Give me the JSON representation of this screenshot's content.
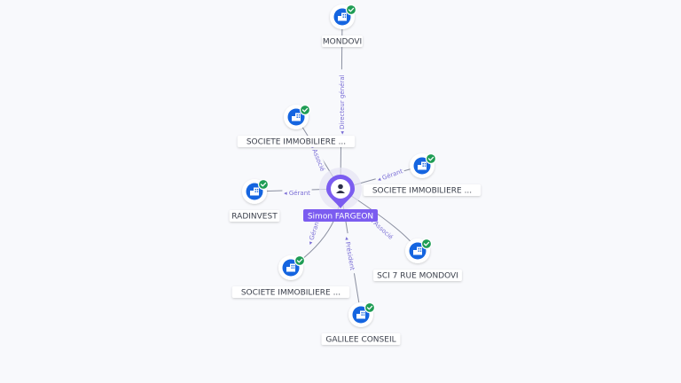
{
  "center": {
    "name": "Simon FARGEON",
    "icon": "person-icon",
    "color": "#7b5cf0"
  },
  "colors": {
    "edge": "#8a8fa0",
    "edge_label": "#7b6fd6",
    "company_icon_bg": "#1565e0",
    "check_badge": "#1f9d55"
  },
  "nodes": [
    {
      "id": "mondovi",
      "label": "MONDOVI",
      "icon": "building-icon",
      "verified": true
    },
    {
      "id": "sci-1",
      "label": "SOCIETE IMMOBILIERE ...",
      "icon": "building-icon",
      "verified": true
    },
    {
      "id": "sci-2",
      "label": "SOCIETE IMMOBILIERE ...",
      "icon": "building-icon",
      "verified": true
    },
    {
      "id": "radinvest",
      "label": "RADINVEST",
      "icon": "building-icon",
      "verified": true
    },
    {
      "id": "sci7",
      "label": "SCI 7 RUE MONDOVI",
      "icon": "building-icon",
      "verified": true
    },
    {
      "id": "sci-3",
      "label": "SOCIETE IMMOBILIERE ...",
      "icon": "building-icon",
      "verified": true
    },
    {
      "id": "galilee",
      "label": "GALILEE CONSEIL",
      "icon": "building-icon",
      "verified": true
    }
  ],
  "edges": [
    {
      "to": "mondovi",
      "label": "Directeur général"
    },
    {
      "to": "sci-1",
      "label": "Associé"
    },
    {
      "to": "sci-2",
      "label": "Gérant"
    },
    {
      "to": "radinvest",
      "label": "Gérant"
    },
    {
      "to": "sci7",
      "label": "Associé"
    },
    {
      "to": "sci-3",
      "label": "Gérant"
    },
    {
      "to": "galilee",
      "label": "Président"
    }
  ]
}
